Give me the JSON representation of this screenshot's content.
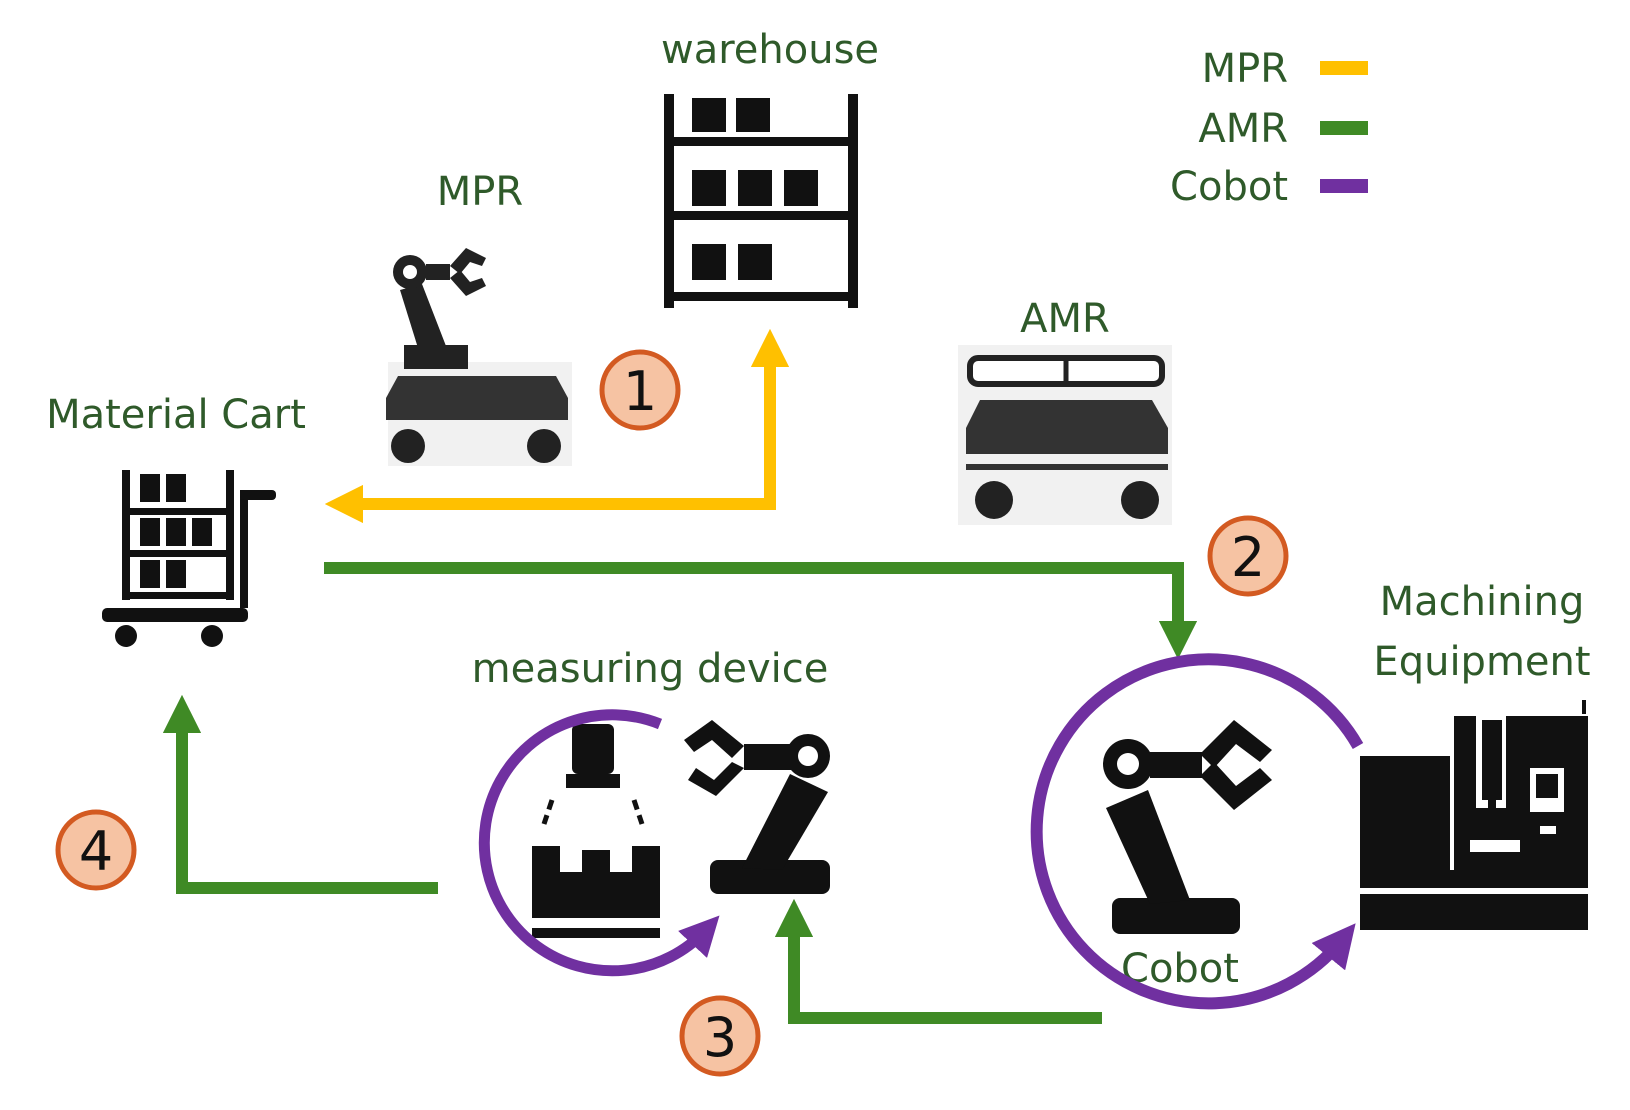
{
  "labels": {
    "warehouse": "warehouse",
    "mpr": "MPR",
    "amr": "AMR",
    "material_cart": "Material Cart",
    "measuring_device": "measuring device",
    "machining_line1": "Machining",
    "machining_line2": "Equipment",
    "cobot": "Cobot"
  },
  "legend": [
    {
      "label": "MPR",
      "color": "#ffc000"
    },
    {
      "label": "AMR",
      "color": "#3f8a25"
    },
    {
      "label": "Cobot",
      "color": "#7030a0"
    }
  ],
  "steps": [
    "1",
    "2",
    "3",
    "4"
  ],
  "colors": {
    "mpr": "#ffc000",
    "amr": "#3f8a25",
    "cobot": "#7030a0",
    "text": "#2f5a2a",
    "step_fill": "#f6c3a3",
    "step_stroke": "#d35a21",
    "icon": "#111111"
  }
}
